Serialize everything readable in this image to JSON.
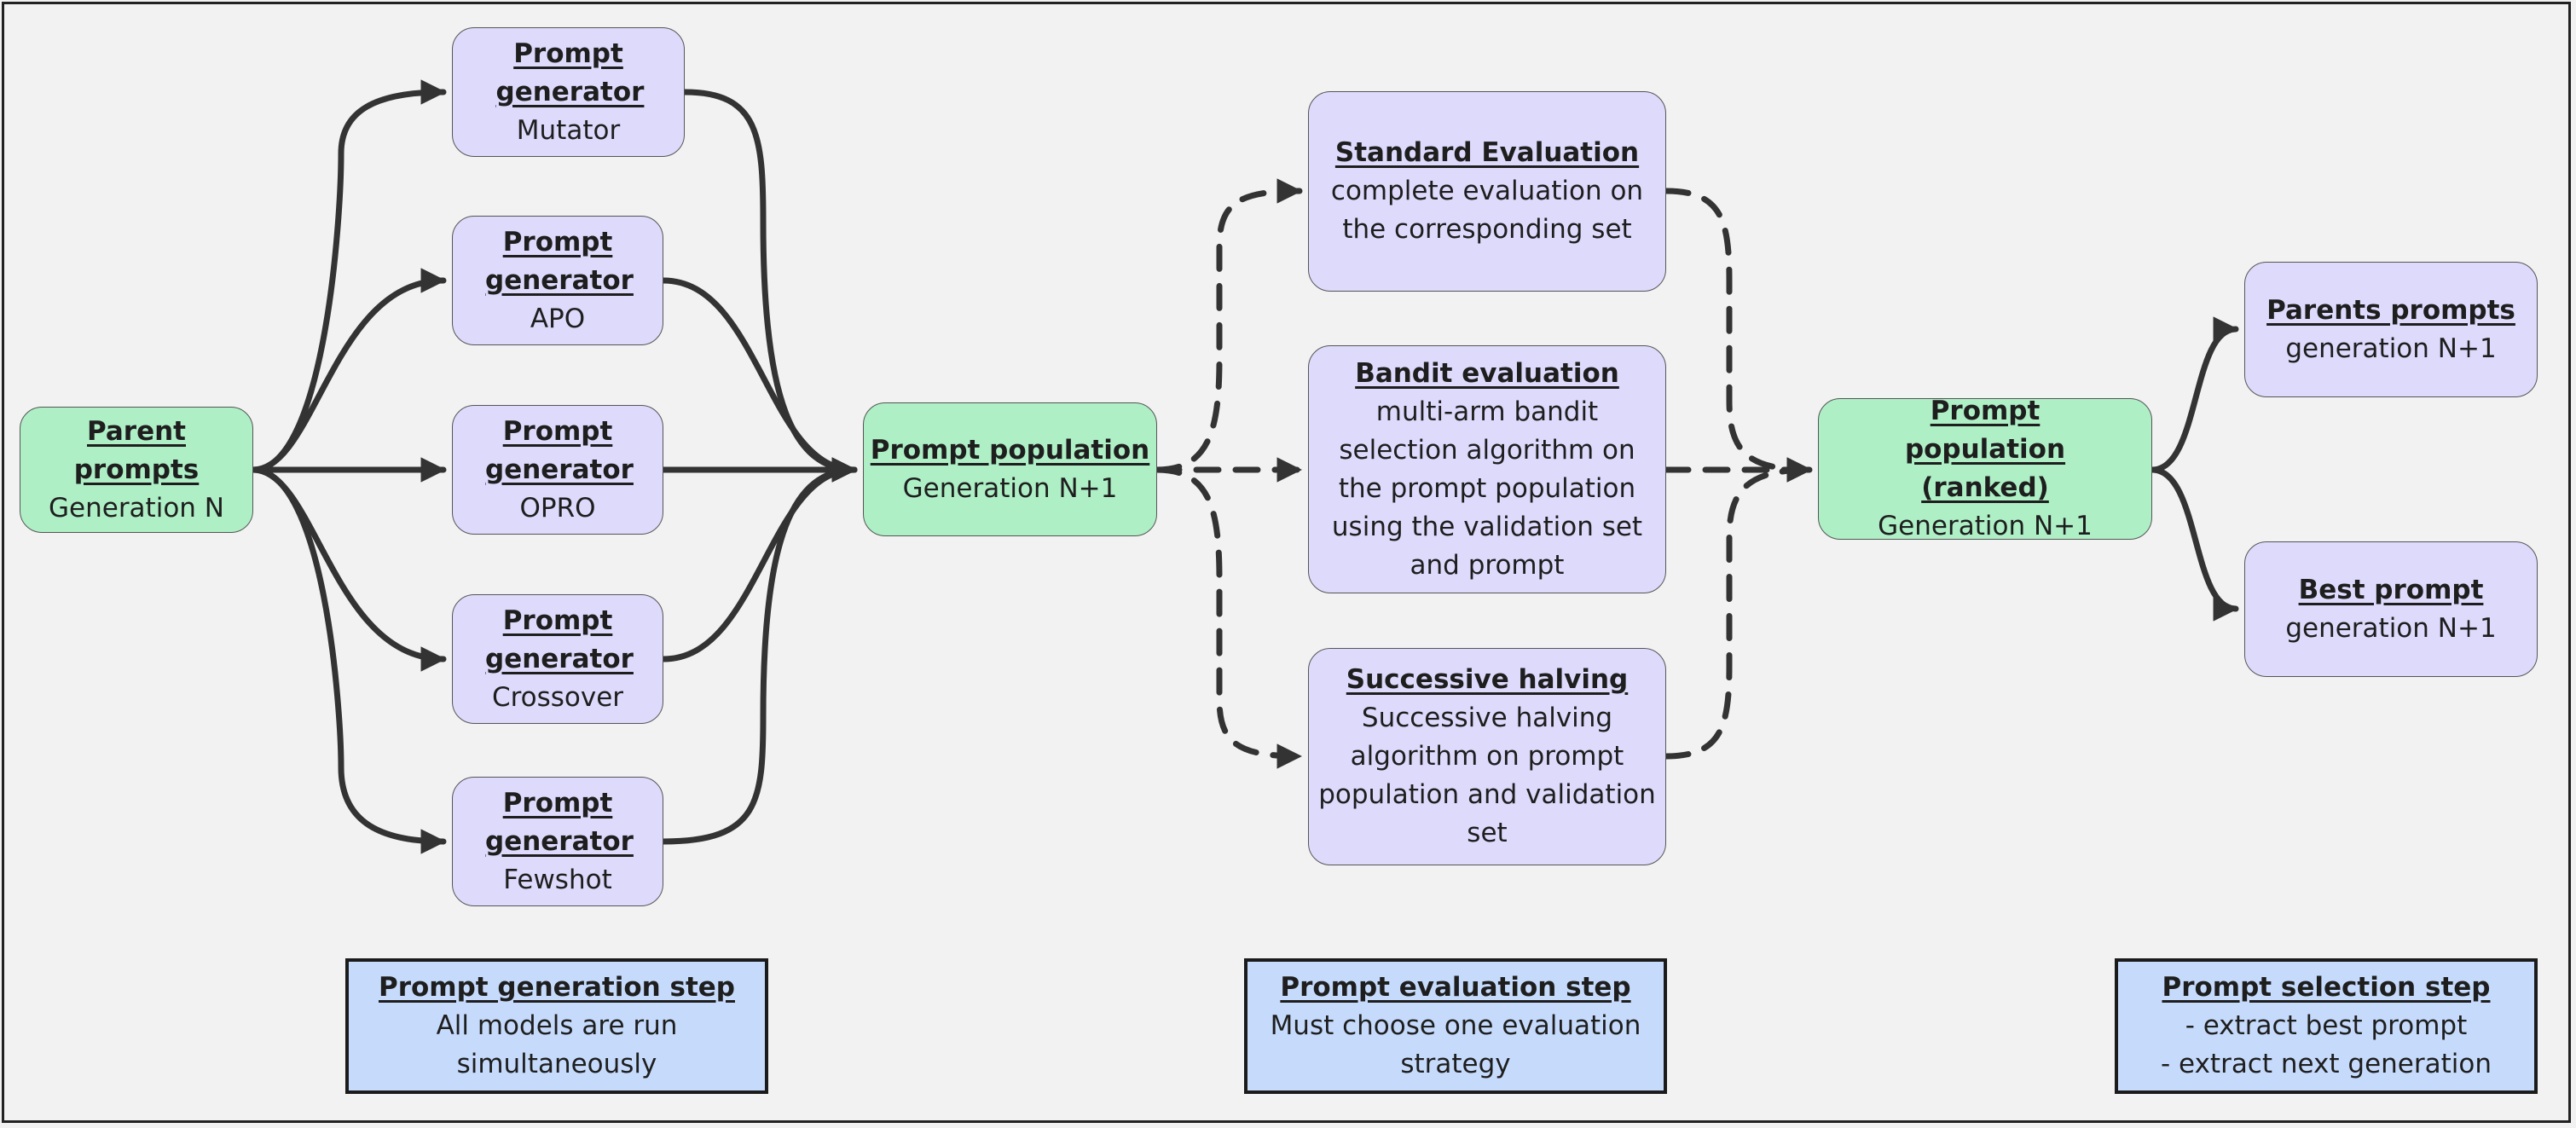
{
  "colors": {
    "background": "#f2f2f2",
    "generator_box": "#dddafc",
    "population_box": "#aeefc6",
    "step_box": "#c6dbfc",
    "edge": "#333333"
  },
  "nodes": {
    "parent_prompts": {
      "title": "Parent prompts",
      "lines": [
        "Generation N"
      ]
    },
    "gen_mutator": {
      "title": "Prompt generator",
      "lines": [
        "Mutator"
      ]
    },
    "gen_apo": {
      "title": "Prompt generator",
      "lines": [
        "APO"
      ]
    },
    "gen_opro": {
      "title": "Prompt generator",
      "lines": [
        "OPRO"
      ]
    },
    "gen_crossover": {
      "title": "Prompt generator",
      "lines": [
        "Crossover"
      ]
    },
    "gen_fewshot": {
      "title": "Prompt generator",
      "lines": [
        "Fewshot"
      ]
    },
    "prompt_population": {
      "title": "Prompt population",
      "lines": [
        "Generation N+1"
      ]
    },
    "standard_eval": {
      "title": "Standard Evaluation",
      "lines": [
        "complete evaluation on",
        "the corresponding set"
      ]
    },
    "bandit_eval": {
      "title": "Bandit evaluation",
      "lines": [
        "multi-arm bandit",
        "selection algorithm on",
        "the prompt population",
        "using the validation set",
        "and prompt"
      ]
    },
    "successive_halving": {
      "title": "Successive halving",
      "lines": [
        "Successive halving",
        "algorithm on prompt",
        "population and validation",
        "set"
      ]
    },
    "ranked_population": {
      "title": "Prompt population (ranked)",
      "lines": [
        "Generation N+1"
      ]
    },
    "parents_prompts": {
      "title": "Parents prompts",
      "lines": [
        "generation N+1"
      ]
    },
    "best_prompt": {
      "title": "Best prompt",
      "lines": [
        "generation N+1"
      ]
    }
  },
  "steps": {
    "generation": {
      "title": "Prompt generation step",
      "lines": [
        "All models are run",
        "simultaneously"
      ]
    },
    "evaluation": {
      "title": "Prompt evaluation step",
      "lines": [
        "Must choose one evaluation",
        "strategy"
      ]
    },
    "selection": {
      "title": "Prompt selection step",
      "lines": [
        "- extract best prompt",
        "- extract next generation"
      ]
    }
  },
  "edges": [
    {
      "from": "parent_prompts",
      "to": "gen_mutator",
      "style": "solid"
    },
    {
      "from": "parent_prompts",
      "to": "gen_apo",
      "style": "solid"
    },
    {
      "from": "parent_prompts",
      "to": "gen_opro",
      "style": "solid"
    },
    {
      "from": "parent_prompts",
      "to": "gen_crossover",
      "style": "solid"
    },
    {
      "from": "parent_prompts",
      "to": "gen_fewshot",
      "style": "solid"
    },
    {
      "from": "gen_mutator",
      "to": "prompt_population",
      "style": "solid"
    },
    {
      "from": "gen_apo",
      "to": "prompt_population",
      "style": "solid"
    },
    {
      "from": "gen_opro",
      "to": "prompt_population",
      "style": "solid"
    },
    {
      "from": "gen_crossover",
      "to": "prompt_population",
      "style": "solid"
    },
    {
      "from": "gen_fewshot",
      "to": "prompt_population",
      "style": "solid"
    },
    {
      "from": "prompt_population",
      "to": "standard_eval",
      "style": "dashed"
    },
    {
      "from": "prompt_population",
      "to": "bandit_eval",
      "style": "dashed"
    },
    {
      "from": "prompt_population",
      "to": "successive_halving",
      "style": "dashed"
    },
    {
      "from": "standard_eval",
      "to": "ranked_population",
      "style": "dashed"
    },
    {
      "from": "bandit_eval",
      "to": "ranked_population",
      "style": "dashed"
    },
    {
      "from": "successive_halving",
      "to": "ranked_population",
      "style": "dashed"
    },
    {
      "from": "ranked_population",
      "to": "parents_prompts",
      "style": "solid"
    },
    {
      "from": "ranked_population",
      "to": "best_prompt",
      "style": "solid"
    }
  ]
}
